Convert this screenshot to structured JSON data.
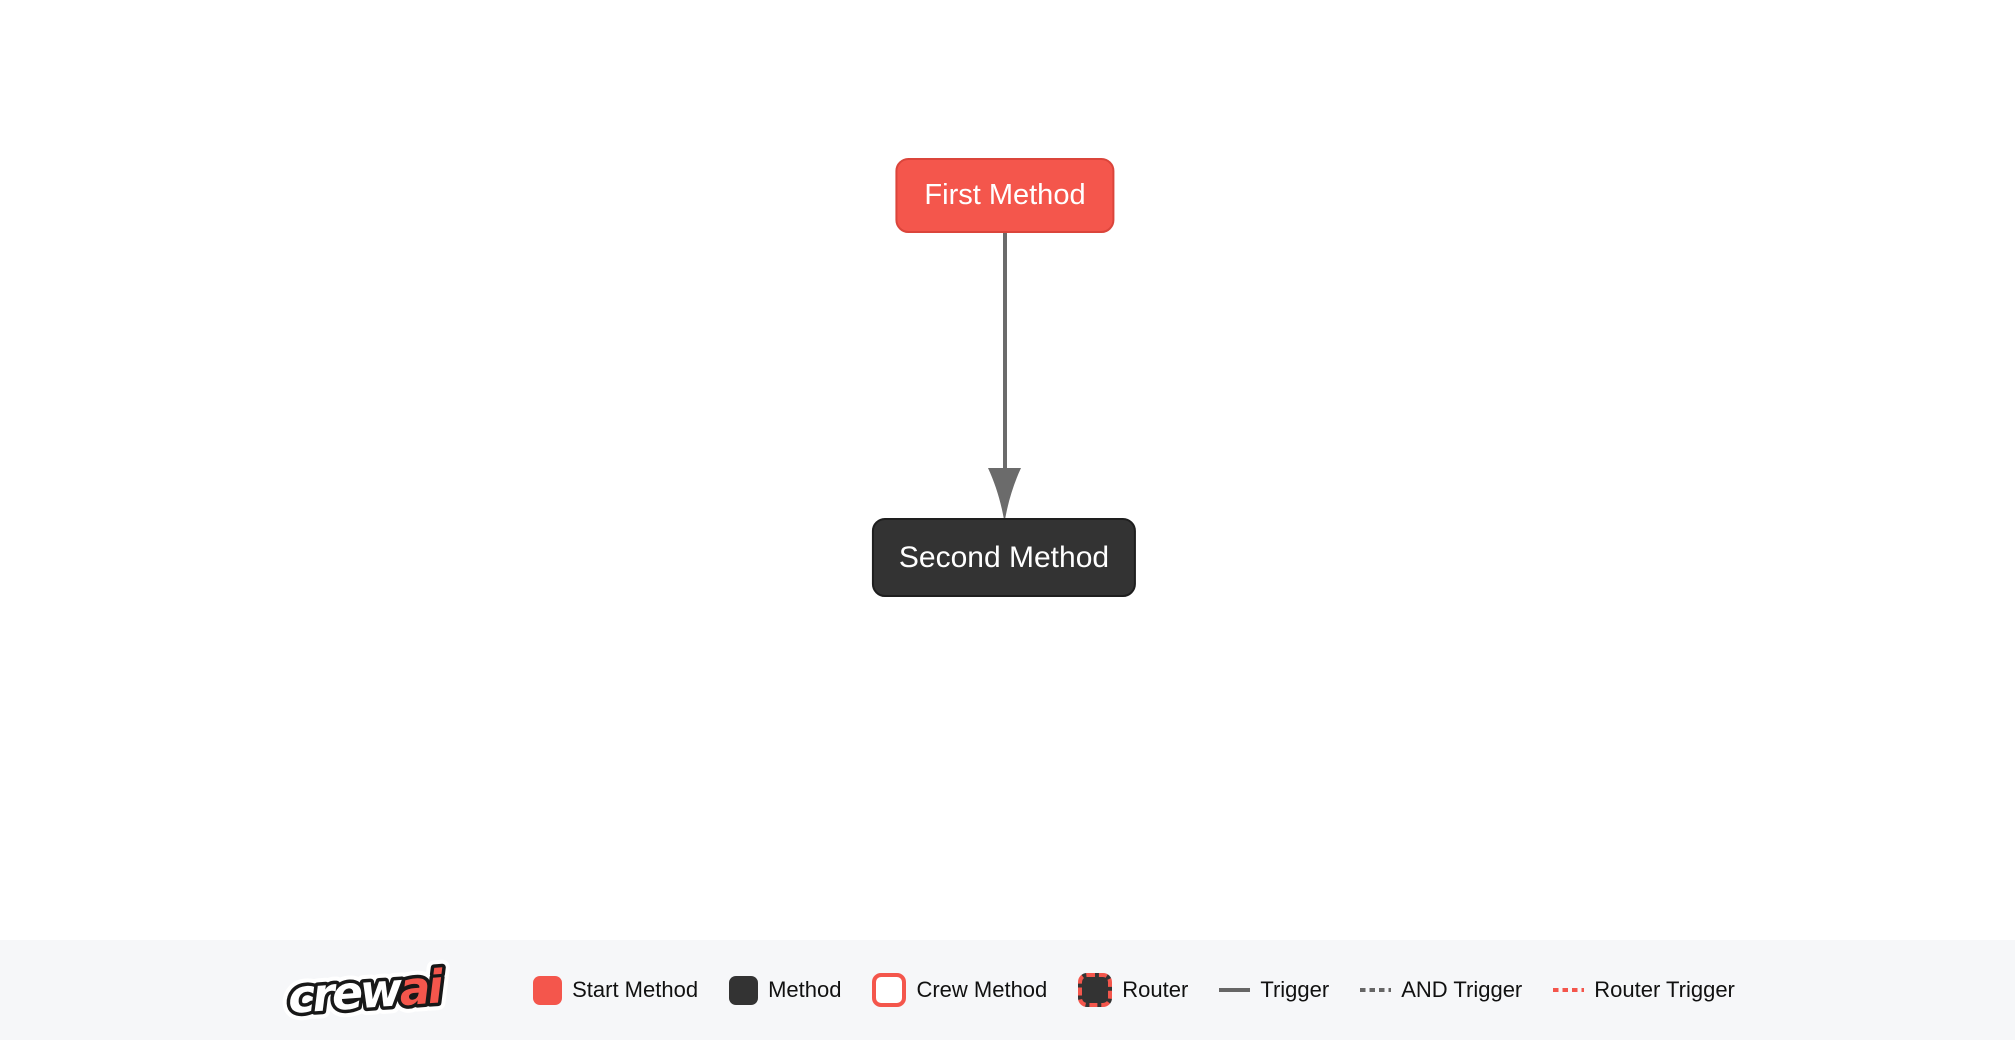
{
  "flow_diagram": {
    "nodes": [
      {
        "label": "First Method",
        "type": "start-method",
        "fill": "#F4564C",
        "border": "#DB453B",
        "text_color": "#FFFFFF"
      },
      {
        "label": "Second Method",
        "type": "method",
        "fill": "#333333",
        "border": "#1E1E1E",
        "text_color": "#FFFFFF"
      }
    ],
    "edges": [
      {
        "from": "First Method",
        "to": "Second Method",
        "type": "trigger",
        "color": "#6B6B6B",
        "direction": "down"
      }
    ]
  },
  "footer": {
    "background": "#F6F7F9",
    "logo": {
      "crew": "crew",
      "ai": "ai"
    },
    "legend": [
      {
        "label": "Start Method",
        "swatch": "start-method-square",
        "color": "#F4564C"
      },
      {
        "label": "Method",
        "swatch": "method-square",
        "color": "#333333"
      },
      {
        "label": "Crew Method",
        "swatch": "crew-method-square",
        "color": "#FFFFFF",
        "border": "#F4564C"
      },
      {
        "label": "Router",
        "swatch": "router-square",
        "color": "#333333",
        "border": "#F4564C"
      },
      {
        "label": "Trigger",
        "swatch": "solid-line",
        "color": "#666666"
      },
      {
        "label": "AND Trigger",
        "swatch": "dashed-line",
        "color": "#666666"
      },
      {
        "label": "Router Trigger",
        "swatch": "red-dashed-line",
        "color": "#F4564C"
      }
    ]
  },
  "colors": {
    "accent_red": "#F4564C",
    "node_dark": "#333333",
    "edge_gray": "#6B6B6B",
    "footer_bg": "#F6F7F9",
    "canvas_bg": "#FFFFFF"
  }
}
